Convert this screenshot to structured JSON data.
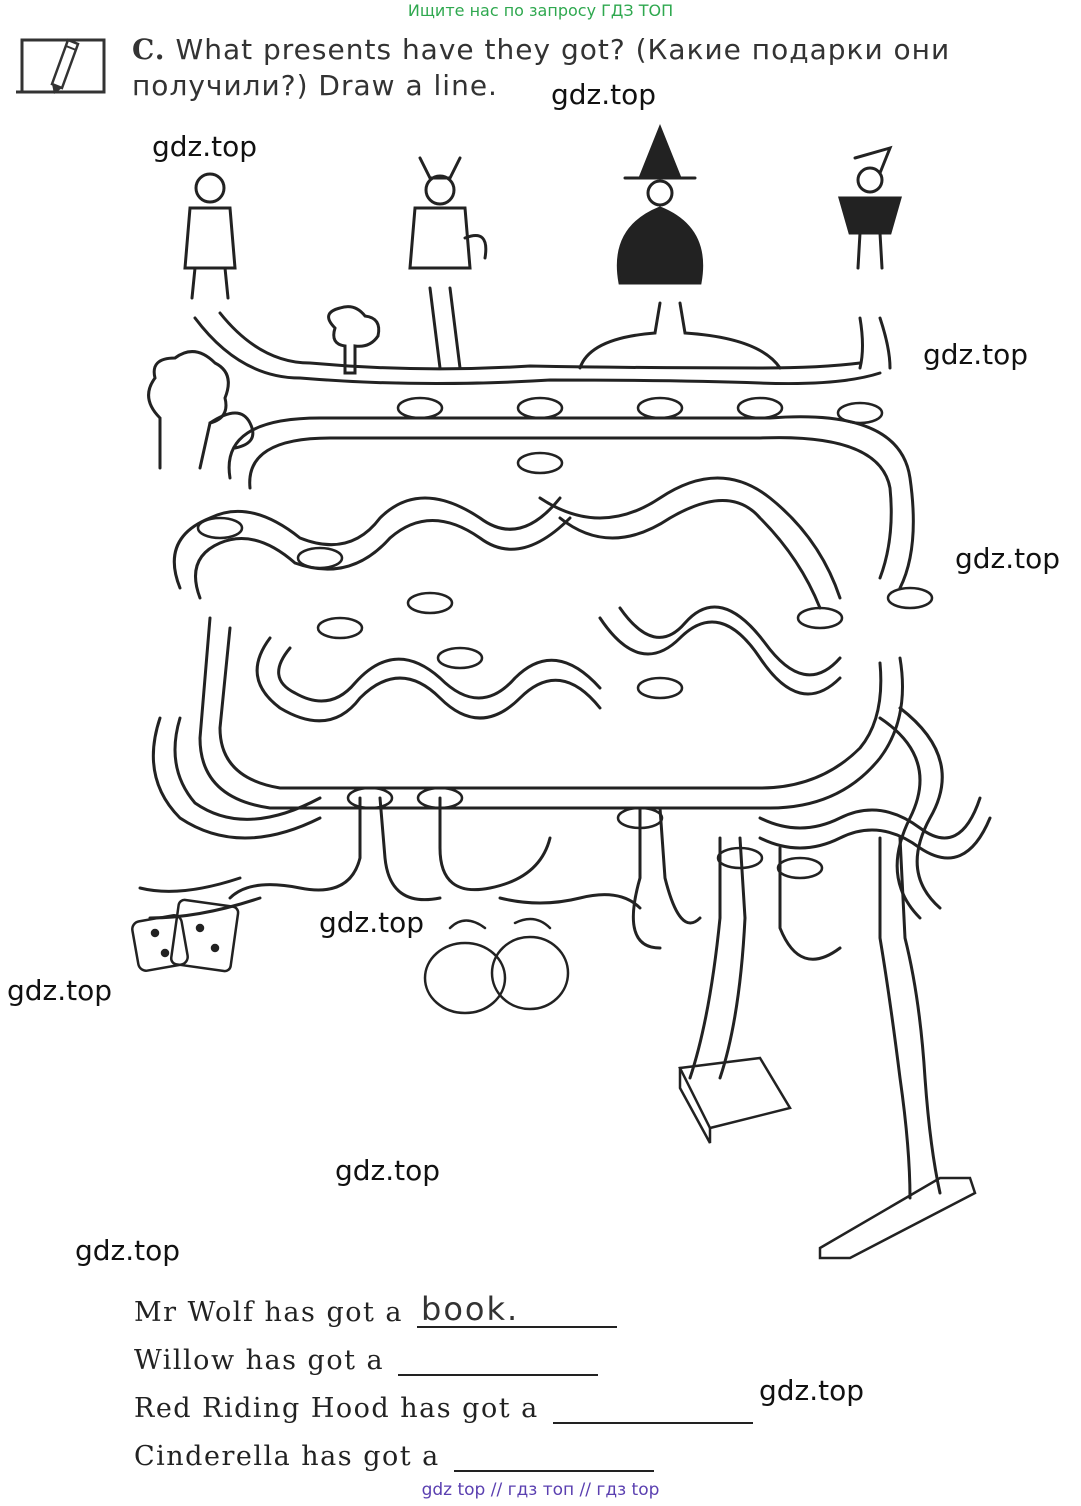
{
  "header": {
    "banner": "Ищите нас по запросу ГДЗ ТОП"
  },
  "task": {
    "letter": "C.",
    "instruction": "What presents have they got? (Какие подарки они получили?) Draw a line."
  },
  "watermark": "gdz.top",
  "sentences": [
    {
      "text": "Mr Wolf has got a",
      "answer": "book."
    },
    {
      "text": "Willow has got a",
      "answer": ""
    },
    {
      "text": "Red Riding Hood has got a",
      "answer": ""
    },
    {
      "text": "Cinderella has got a",
      "answer": ""
    }
  ],
  "footer": {
    "banner": "gdz top  //  гдз топ  //  гдз top"
  },
  "colors": {
    "banner_green": "#2fa84f",
    "footer_purple": "#5a3fb0",
    "ink": "#222222"
  }
}
